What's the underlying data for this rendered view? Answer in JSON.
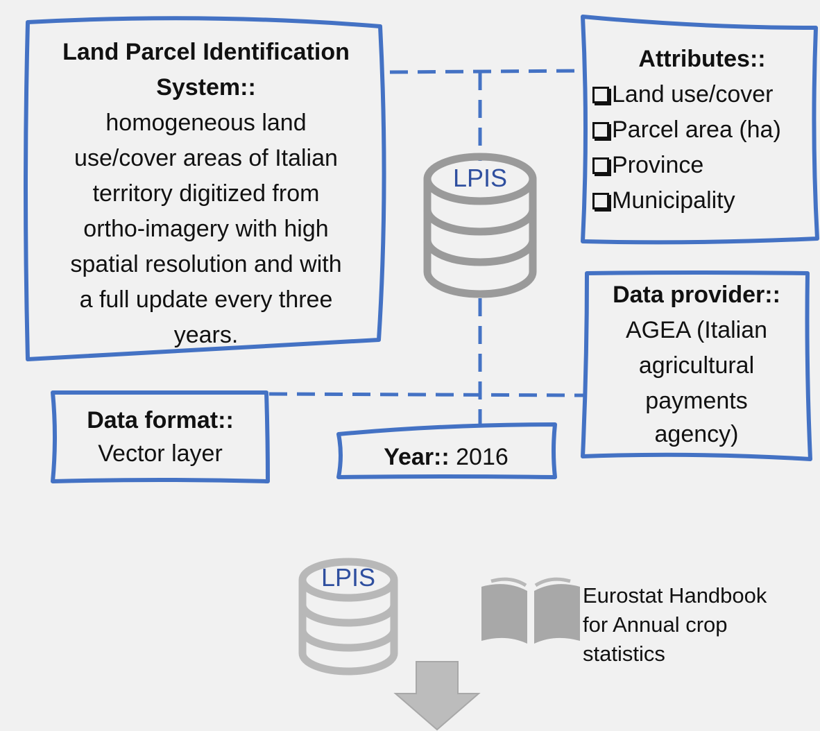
{
  "lpis_box": {
    "title": "Land Parcel Identification System::",
    "lines": [
      "homogeneous land",
      "use/cover areas of Italian",
      "territory digitized from",
      "ortho-imagery with high",
      "spatial resolution and with",
      "a full update every three",
      "years."
    ]
  },
  "attributes_box": {
    "title": "Attributes::",
    "items": [
      "Land use/cover",
      "Parcel area (ha)",
      "Province",
      "Municipality"
    ]
  },
  "provider_box": {
    "title": "Data provider::",
    "lines": [
      "AGEA (Italian",
      "agricultural",
      "payments",
      "agency)"
    ]
  },
  "format_box": {
    "title": "Data format::",
    "value": "Vector layer"
  },
  "year_box": {
    "title": "Year::",
    "value": " 2016"
  },
  "db_label_top": "LPIS",
  "db_label_bottom": "LPIS",
  "handbook_lines": [
    "Eurostat Handbook",
    "for Annual crop",
    "statistics"
  ],
  "colors": {
    "box_border": "#4472c4",
    "connector": "#4472c4",
    "db_stroke": "#9a9a9a",
    "db_label": "#2f4f9f",
    "arrow": "#bcbcbc"
  }
}
